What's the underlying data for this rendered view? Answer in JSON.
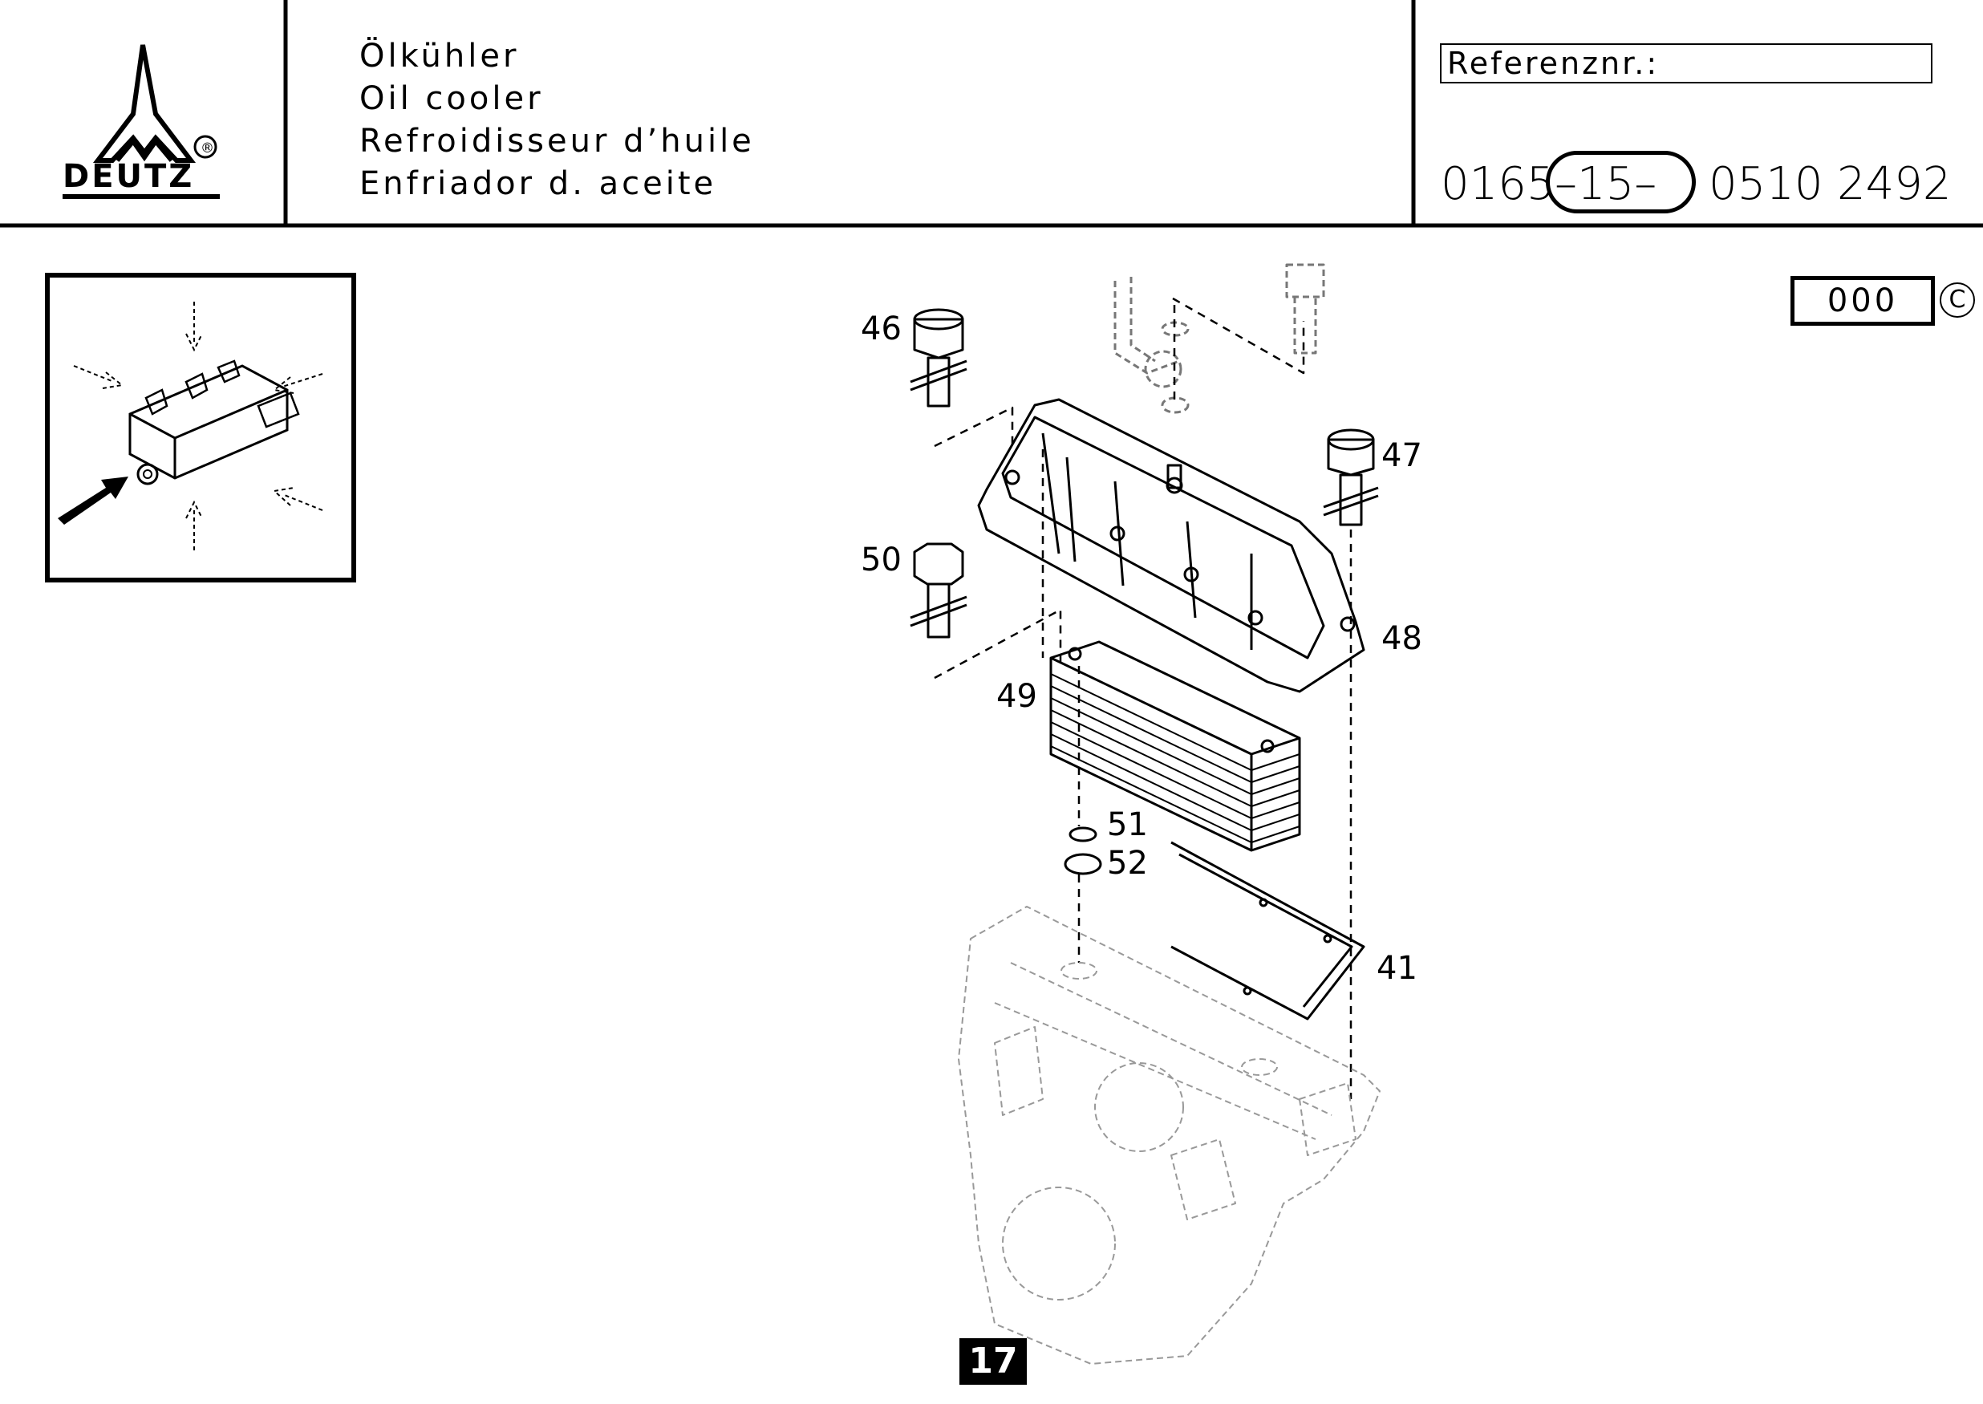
{
  "header": {
    "brand": "DEUTZ",
    "registered": "®",
    "titles": [
      "Ölkühler",
      "Oil cooler",
      "Refroidisseur d’huile",
      "Enfriador d. aceite"
    ],
    "reference_label": "Referenznr.:",
    "reference": {
      "part1": "0165",
      "section": "–15–",
      "part2": "0510",
      "part3": "2492"
    }
  },
  "variant": {
    "code": "000",
    "copyright": "C"
  },
  "callouts": {
    "c46": "46",
    "c47": "47",
    "c48": "48",
    "c49": "49",
    "c50": "50",
    "c51": "51",
    "c52": "52",
    "c41": "41"
  },
  "page_number": "17",
  "icons": [
    "deutz-logo",
    "engine-orientation-icon",
    "exploded-diagram"
  ]
}
